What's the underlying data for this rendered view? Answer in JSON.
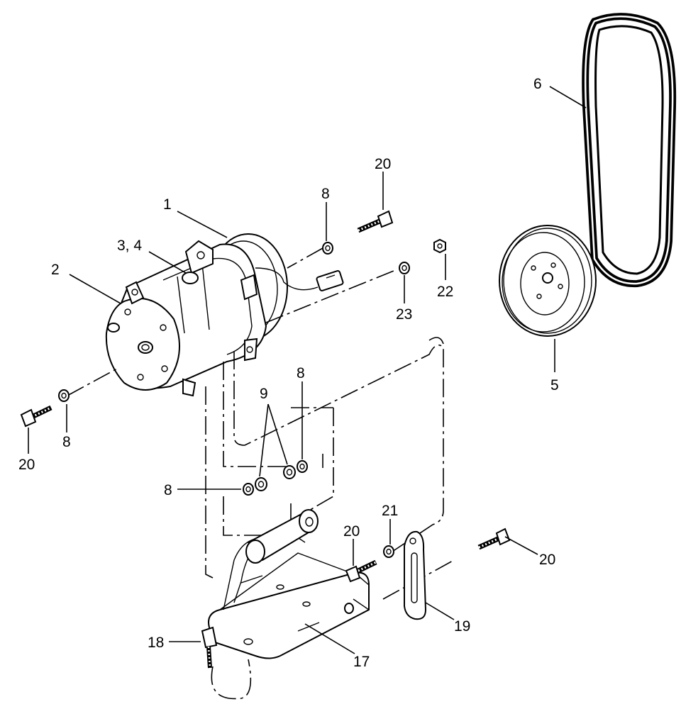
{
  "callouts": {
    "c1": "1",
    "c2": "2",
    "c3_4": "3, 4",
    "c5": "5",
    "c6": "6",
    "c8_top": "8",
    "c8_left": "8",
    "c8_mid_right": "8",
    "c8_mid_left": "8",
    "c9": "9",
    "c17": "17",
    "c18": "18",
    "c19": "19",
    "c20_top": "20",
    "c20_left": "20",
    "c20_mid": "20",
    "c20_right": "20",
    "c21": "21",
    "c22": "22",
    "c23": "23"
  },
  "parts": [
    {
      "id": "compressor",
      "icon": "ac-compressor-icon"
    },
    {
      "id": "pulley",
      "icon": "pulley-icon"
    },
    {
      "id": "belt",
      "icon": "v-belt-icon"
    },
    {
      "id": "bracket",
      "icon": "mounting-bracket-icon"
    },
    {
      "id": "adjuster",
      "icon": "slotted-strap-icon"
    }
  ]
}
